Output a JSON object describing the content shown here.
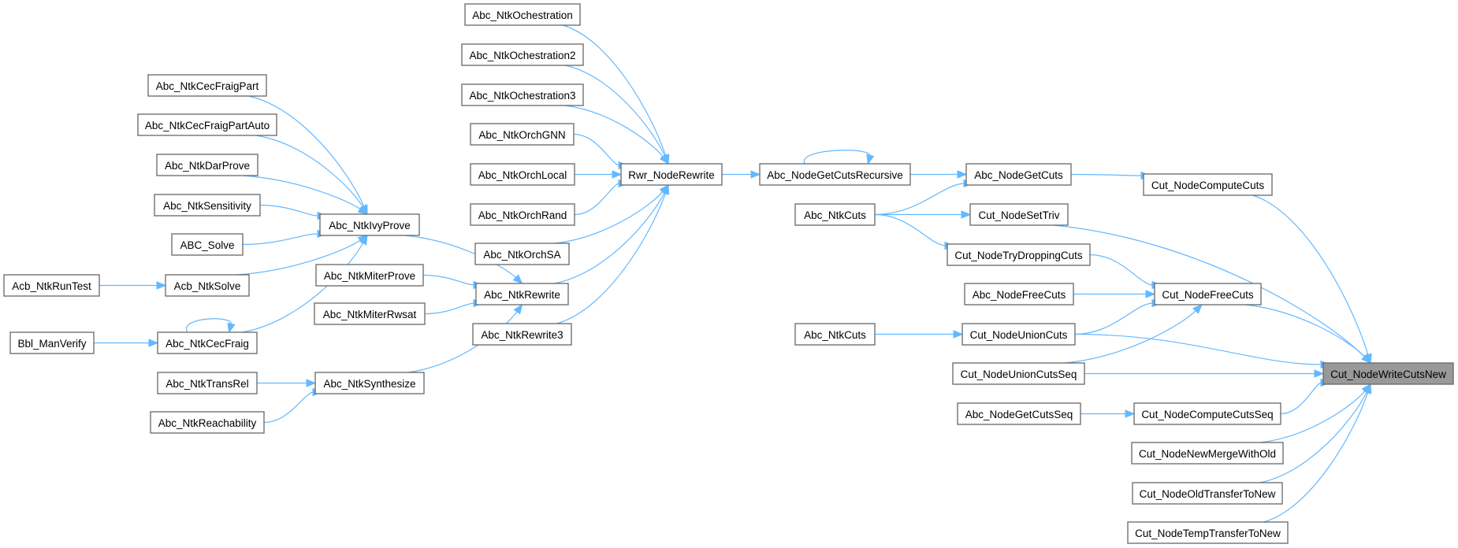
{
  "title": "Cut_NodeWriteCutsNew caller graph",
  "colors": {
    "edge": "#63b8ff",
    "node_border": "#666666",
    "node_fill": "#ffffff",
    "highlight_fill": "#999999"
  },
  "focus_node": "Cut_NodeWriteCutsNew",
  "nodes": [
    {
      "id": "n_cecfraigpart",
      "label": "Abc_NtkCecFraigPart"
    },
    {
      "id": "n_cecfraigpartauto",
      "label": "Abc_NtkCecFraigPartAuto"
    },
    {
      "id": "n_darprove",
      "label": "Abc_NtkDarProve"
    },
    {
      "id": "n_sensitivity",
      "label": "Abc_NtkSensitivity"
    },
    {
      "id": "n_abcsolve",
      "label": "ABC_Solve"
    },
    {
      "id": "n_acbruntest",
      "label": "Acb_NtkRunTest"
    },
    {
      "id": "n_acbsolve",
      "label": "Acb_NtkSolve"
    },
    {
      "id": "n_bblmanverify",
      "label": "Bbl_ManVerify"
    },
    {
      "id": "n_cecfraig",
      "label": "Abc_NtkCecFraig"
    },
    {
      "id": "n_transrel",
      "label": "Abc_NtkTransRel"
    },
    {
      "id": "n_reachability",
      "label": "Abc_NtkReachability"
    },
    {
      "id": "n_ivyprove",
      "label": "Abc_NtkIvyProve"
    },
    {
      "id": "n_miterprove",
      "label": "Abc_NtkMiterProve"
    },
    {
      "id": "n_miterrwsat",
      "label": "Abc_NtkMiterRwsat"
    },
    {
      "id": "n_synthesize",
      "label": "Abc_NtkSynthesize"
    },
    {
      "id": "n_ochestration",
      "label": "Abc_NtkOchestration"
    },
    {
      "id": "n_ochestration2",
      "label": "Abc_NtkOchestration2"
    },
    {
      "id": "n_ochestration3",
      "label": "Abc_NtkOchestration3"
    },
    {
      "id": "n_orchgnn",
      "label": "Abc_NtkOrchGNN"
    },
    {
      "id": "n_orchlocal",
      "label": "Abc_NtkOrchLocal"
    },
    {
      "id": "n_orchrand",
      "label": "Abc_NtkOrchRand"
    },
    {
      "id": "n_orchsa",
      "label": "Abc_NtkOrchSA"
    },
    {
      "id": "n_ntkrewrite",
      "label": "Abc_NtkRewrite"
    },
    {
      "id": "n_ntkrewrite3",
      "label": "Abc_NtkRewrite3"
    },
    {
      "id": "n_rwrnoderewrite",
      "label": "Rwr_NodeRewrite"
    },
    {
      "id": "n_getcutsrec",
      "label": "Abc_NodeGetCutsRecursive"
    },
    {
      "id": "n_ntkcuts1",
      "label": "Abc_NtkCuts"
    },
    {
      "id": "n_ntkcuts2",
      "label": "Abc_NtkCuts"
    },
    {
      "id": "n_nodegetcuts",
      "label": "Abc_NodeGetCuts"
    },
    {
      "id": "n_settriv",
      "label": "Cut_NodeSetTriv"
    },
    {
      "id": "n_trydropping",
      "label": "Cut_NodeTryDroppingCuts"
    },
    {
      "id": "n_abcnodefreecuts",
      "label": "Abc_NodeFreeCuts"
    },
    {
      "id": "n_unioncuts",
      "label": "Cut_NodeUnionCuts"
    },
    {
      "id": "n_unioncutsseq",
      "label": "Cut_NodeUnionCutsSeq"
    },
    {
      "id": "n_getcutsseq",
      "label": "Abc_NodeGetCutsSeq"
    },
    {
      "id": "n_computecuts",
      "label": "Cut_NodeComputeCuts"
    },
    {
      "id": "n_cutfreecuts",
      "label": "Cut_NodeFreeCuts"
    },
    {
      "id": "n_computecutsseq",
      "label": "Cut_NodeComputeCutsSeq"
    },
    {
      "id": "n_newmerge",
      "label": "Cut_NodeNewMergeWithOld"
    },
    {
      "id": "n_oldtransfer",
      "label": "Cut_NodeOldTransferToNew"
    },
    {
      "id": "n_temptransfer",
      "label": "Cut_NodeTempTransferToNew"
    },
    {
      "id": "n_writecutsnew",
      "label": "Cut_NodeWriteCutsNew",
      "highlight": true
    }
  ],
  "edges": [
    [
      "n_cecfraigpart",
      "n_ivyprove"
    ],
    [
      "n_cecfraigpartauto",
      "n_ivyprove"
    ],
    [
      "n_darprove",
      "n_ivyprove"
    ],
    [
      "n_sensitivity",
      "n_ivyprove"
    ],
    [
      "n_abcsolve",
      "n_ivyprove"
    ],
    [
      "n_acbsolve",
      "n_ivyprove"
    ],
    [
      "n_cecfraig",
      "n_ivyprove"
    ],
    [
      "n_acbruntest",
      "n_acbsolve"
    ],
    [
      "n_bblmanverify",
      "n_cecfraig"
    ],
    [
      "n_cecfraig",
      "n_cecfraig"
    ],
    [
      "n_transrel",
      "n_synthesize"
    ],
    [
      "n_reachability",
      "n_synthesize"
    ],
    [
      "n_ivyprove",
      "n_ntkrewrite"
    ],
    [
      "n_miterprove",
      "n_ntkrewrite"
    ],
    [
      "n_miterrwsat",
      "n_ntkrewrite"
    ],
    [
      "n_synthesize",
      "n_ntkrewrite"
    ],
    [
      "n_ochestration",
      "n_rwrnoderewrite"
    ],
    [
      "n_ochestration2",
      "n_rwrnoderewrite"
    ],
    [
      "n_ochestration3",
      "n_rwrnoderewrite"
    ],
    [
      "n_orchgnn",
      "n_rwrnoderewrite"
    ],
    [
      "n_orchlocal",
      "n_rwrnoderewrite"
    ],
    [
      "n_orchrand",
      "n_rwrnoderewrite"
    ],
    [
      "n_orchsa",
      "n_rwrnoderewrite"
    ],
    [
      "n_ntkrewrite",
      "n_rwrnoderewrite"
    ],
    [
      "n_ntkrewrite3",
      "n_rwrnoderewrite"
    ],
    [
      "n_rwrnoderewrite",
      "n_getcutsrec"
    ],
    [
      "n_getcutsrec",
      "n_getcutsrec"
    ],
    [
      "n_getcutsrec",
      "n_nodegetcuts"
    ],
    [
      "n_ntkcuts1",
      "n_nodegetcuts"
    ],
    [
      "n_ntkcuts1",
      "n_settriv"
    ],
    [
      "n_ntkcuts1",
      "n_trydropping"
    ],
    [
      "n_ntkcuts2",
      "n_unioncuts"
    ],
    [
      "n_nodegetcuts",
      "n_computecuts"
    ],
    [
      "n_trydropping",
      "n_cutfreecuts"
    ],
    [
      "n_abcnodefreecuts",
      "n_cutfreecuts"
    ],
    [
      "n_unioncuts",
      "n_cutfreecuts"
    ],
    [
      "n_unioncutsseq",
      "n_cutfreecuts"
    ],
    [
      "n_getcutsseq",
      "n_computecutsseq"
    ],
    [
      "n_computecuts",
      "n_writecutsnew"
    ],
    [
      "n_settriv",
      "n_writecutsnew"
    ],
    [
      "n_cutfreecuts",
      "n_writecutsnew"
    ],
    [
      "n_unioncuts",
      "n_writecutsnew"
    ],
    [
      "n_unioncutsseq",
      "n_writecutsnew"
    ],
    [
      "n_computecutsseq",
      "n_writecutsnew"
    ],
    [
      "n_newmerge",
      "n_writecutsnew"
    ],
    [
      "n_oldtransfer",
      "n_writecutsnew"
    ],
    [
      "n_temptransfer",
      "n_writecutsnew"
    ]
  ]
}
